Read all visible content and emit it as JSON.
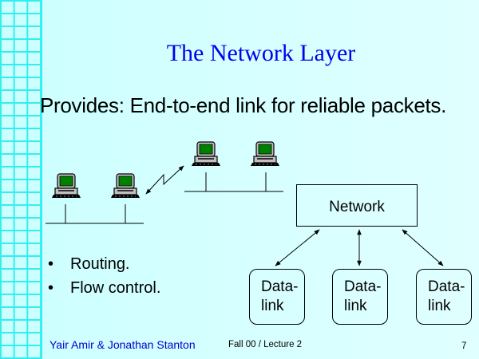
{
  "slide": {
    "title": "The Network Layer",
    "subtitle": "Provides: End-to-end link for reliable packets.",
    "bullets": [
      {
        "marker": "•",
        "text": "Routing."
      },
      {
        "marker": "•",
        "text": "Flow control."
      }
    ],
    "diagram": {
      "network_label": "Network",
      "datalink_labels": [
        [
          "Data-",
          "link"
        ],
        [
          "Data-",
          "link"
        ],
        [
          "Data-",
          "link"
        ]
      ],
      "icons": [
        "computer-icon",
        "computer-icon",
        "computer-icon",
        "computer-icon"
      ]
    },
    "footer": {
      "authors": "Yair Amir & Jonathan Stanton",
      "course": "Fall 00 / Lecture 2",
      "page_number": "7"
    },
    "colors": {
      "title": "#0000ee",
      "authors": "#0000cc",
      "grid": "#33eeee",
      "background": "#ccffff",
      "screen": "#008000"
    }
  }
}
